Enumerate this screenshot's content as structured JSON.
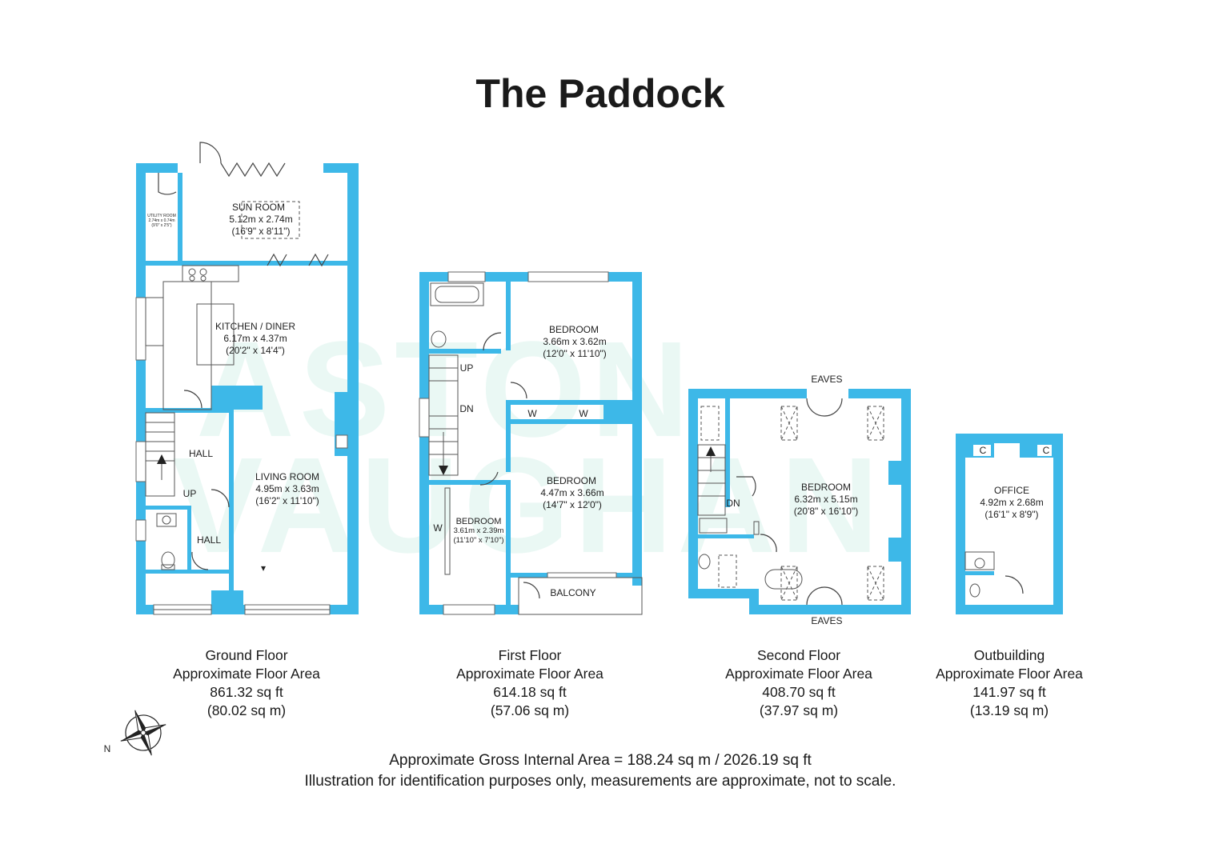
{
  "title": "The Paddock",
  "watermark": [
    "ASTON",
    "VAUGHAN"
  ],
  "colors": {
    "wall": "#3db8e8",
    "watermark": "#7fd6c0"
  },
  "rooms": {
    "sun_room": {
      "name": "SUN ROOM",
      "m": "5.12m x 2.74m",
      "ft": "(16'9\" x 8'11\")"
    },
    "utility": {
      "name": "UTILITY ROOM",
      "m": "2.74m x 0.74m",
      "ft": "(9'0\" x 2'5\")"
    },
    "kitchen": {
      "name": "KITCHEN / DINER",
      "m": "6.17m x 4.37m",
      "ft": "(20'2\" x 14'4\")"
    },
    "hall1": "HALL",
    "hall2": "HALL",
    "up_ground": "UP",
    "living": {
      "name": "LIVING ROOM",
      "m": "4.95m x 3.63m",
      "ft": "(16'2\" x 11'10\")"
    },
    "bed_f1": {
      "name": "BEDROOM",
      "m": "3.66m x 3.62m",
      "ft": "(12'0\" x 11'10\")"
    },
    "bed_f2": {
      "name": "BEDROOM",
      "m": "4.47m x 3.66m",
      "ft": "(14'7\" x 12'0\")"
    },
    "bed_f3": {
      "name": "BEDROOM",
      "m": "3.61m x 2.39m",
      "ft": "(11'10\" x 7'10\")"
    },
    "up_first": "UP",
    "dn_first": "DN",
    "w1": "W",
    "w2": "W",
    "w3": "W",
    "balcony": "BALCONY",
    "bed_s": {
      "name": "BEDROOM",
      "m": "6.32m x 5.15m",
      "ft": "(20'8\" x 16'10\")"
    },
    "eaves_top": "EAVES",
    "eaves_bottom": "EAVES",
    "dn_second": "DN",
    "office": {
      "name": "OFFICE",
      "m": "4.92m x 2.68m",
      "ft": "(16'1\" x 8'9\")"
    },
    "c1": "C",
    "c2": "C"
  },
  "floors": [
    {
      "name": "Ground Floor",
      "label": "Approximate Floor Area",
      "sqft": "861.32 sq ft",
      "sqm": "(80.02 sq m)"
    },
    {
      "name": "First Floor",
      "label": "Approximate Floor Area",
      "sqft": "614.18 sq ft",
      "sqm": "(57.06 sq m)"
    },
    {
      "name": "Second Floor",
      "label": "Approximate Floor Area",
      "sqft": "408.70 sq ft",
      "sqm": "(37.97 sq m)"
    },
    {
      "name": "Outbuilding",
      "label": "Approximate Floor Area",
      "sqft": "141.97 sq ft",
      "sqm": "(13.19 sq m)"
    }
  ],
  "compass": {
    "north": "N"
  },
  "footer": {
    "gross": "Approximate Gross Internal Area = 188.24 sq m / 2026.19 sq ft",
    "disclaimer": "Illustration for identification purposes only, measurements are approximate, not to scale."
  }
}
